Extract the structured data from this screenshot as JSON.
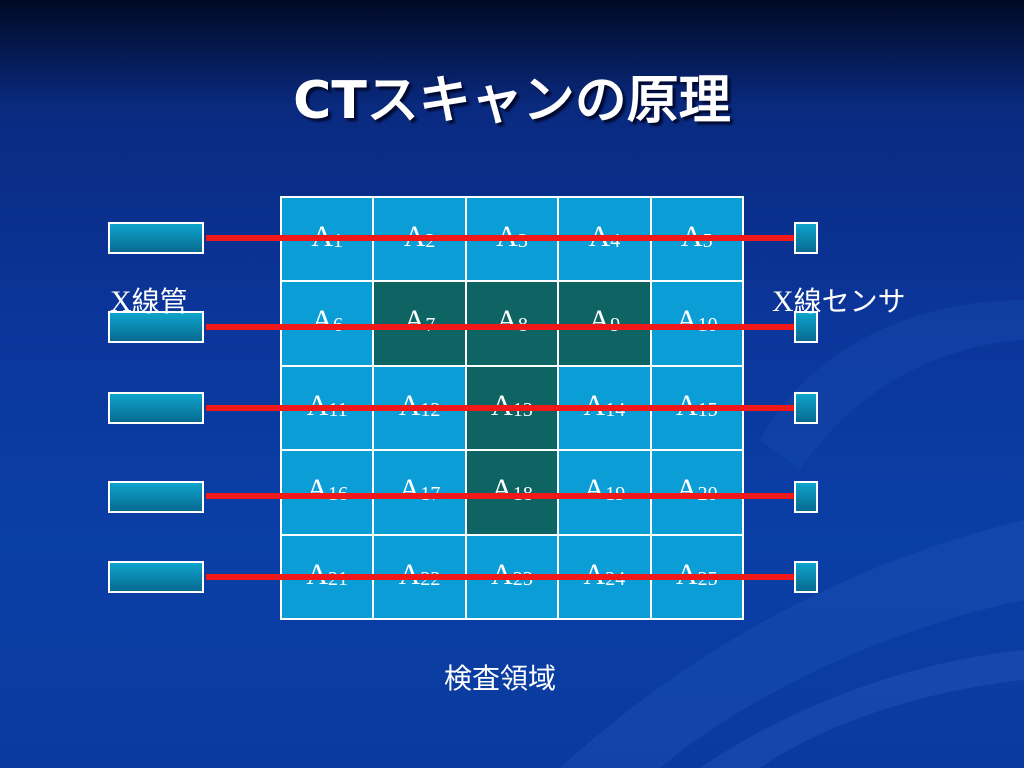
{
  "title": "CTスキャンの原理",
  "grid": {
    "cells": [
      {
        "base": "A",
        "index": "1",
        "dark": false
      },
      {
        "base": "A",
        "index": "2",
        "dark": false
      },
      {
        "base": "A",
        "index": "3",
        "dark": false
      },
      {
        "base": "A",
        "index": "4",
        "dark": false
      },
      {
        "base": "A",
        "index": "5",
        "dark": false
      },
      {
        "base": "A",
        "index": "6",
        "dark": false
      },
      {
        "base": "A",
        "index": "7",
        "dark": true
      },
      {
        "base": "A",
        "index": "8",
        "dark": true
      },
      {
        "base": "A",
        "index": "9",
        "dark": true
      },
      {
        "base": "A",
        "index": "10",
        "dark": false
      },
      {
        "base": "A",
        "index": "11",
        "dark": false
      },
      {
        "base": "A",
        "index": "12",
        "dark": false
      },
      {
        "base": "A",
        "index": "13",
        "dark": true
      },
      {
        "base": "A",
        "index": "14",
        "dark": false
      },
      {
        "base": "A",
        "index": "15",
        "dark": false
      },
      {
        "base": "A",
        "index": "16",
        "dark": false
      },
      {
        "base": "A",
        "index": "17",
        "dark": false
      },
      {
        "base": "A",
        "index": "18",
        "dark": true
      },
      {
        "base": "A",
        "index": "19",
        "dark": false
      },
      {
        "base": "A",
        "index": "20",
        "dark": false
      },
      {
        "base": "A",
        "index": "21",
        "dark": false
      },
      {
        "base": "A",
        "index": "22",
        "dark": false
      },
      {
        "base": "A",
        "index": "23",
        "dark": false
      },
      {
        "base": "A",
        "index": "24",
        "dark": false
      },
      {
        "base": "A",
        "index": "25",
        "dark": false
      }
    ]
  },
  "labels": {
    "xray_tube_prefix": "X",
    "xray_tube_suffix": "線管",
    "xray_sensor_prefix": "X",
    "xray_sensor_suffix": "線センサ",
    "inspection_area": "検査領域"
  },
  "colors": {
    "cell_light": "#0b9ed6",
    "cell_dark": "#0e6462",
    "beam": "#f01818"
  }
}
